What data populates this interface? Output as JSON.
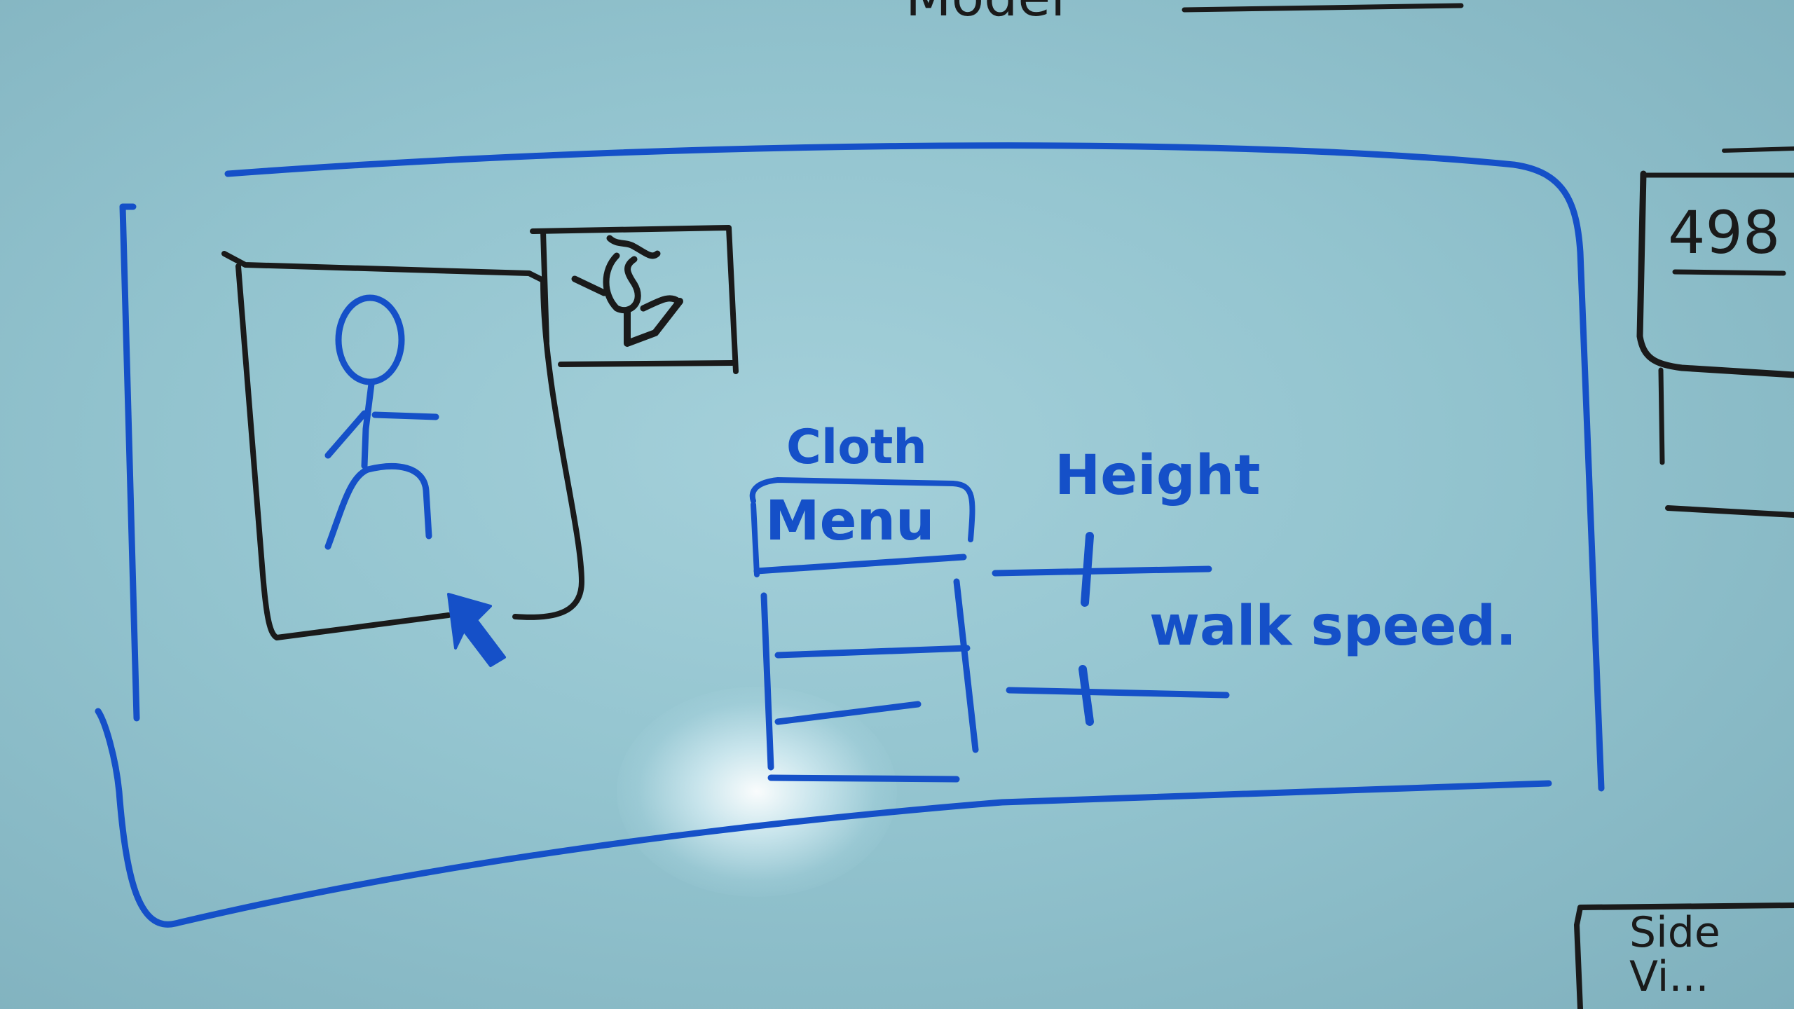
{
  "board": {
    "top_word": "Model",
    "right_box_number": "498",
    "bottom_right_label": "Side Vi...",
    "sketch": {
      "menu_header_top": "Cloth",
      "menu_header_bottom": "Menu",
      "slider_1_label": "Height",
      "slider_2_label": "walk speed."
    }
  }
}
